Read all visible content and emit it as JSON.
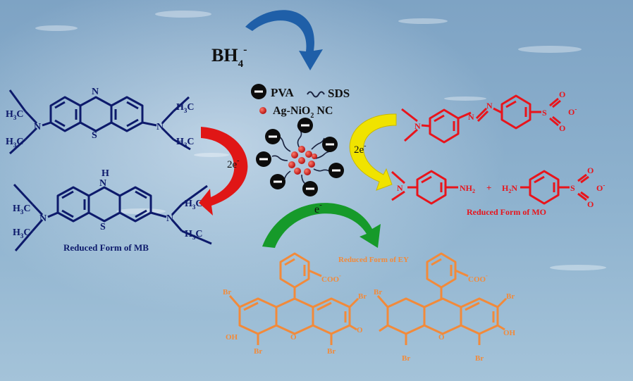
{
  "reagent": {
    "base": "BH",
    "sub": "4",
    "sup": "-"
  },
  "legend": {
    "pva": "PVA",
    "sds": "SDS",
    "catalyst_main": "Ag-NiO",
    "catalyst_sub": "2",
    "catalyst_tail": " NC"
  },
  "arrows": {
    "mb_electrons": "2e",
    "mo_electrons": "2e",
    "ey_electron": "e",
    "electron_sign": "-"
  },
  "mb": {
    "top_ring_n": "N",
    "top_ring_s": "S",
    "reduced_nh": "H",
    "reduced_n": "N",
    "reduced_s": "S",
    "methyl_h": "H",
    "methyl_sub": "3",
    "methyl_c": "C",
    "amine_n": "N",
    "label": "Reduced Form of MB"
  },
  "mo": {
    "amine_n": "N",
    "sulfur": "S",
    "oxygen": "O",
    "oxide_minus": "O",
    "nh2": "NH",
    "nh2_sub": "2",
    "h2n_h": "H",
    "h2n_sub": "2",
    "h2n_n": "N",
    "plus": "+",
    "label": "Reduced Form of MO"
  },
  "ey": {
    "label": "Reduced Form of EY",
    "br": "Br",
    "coo": "COO",
    "oh": "OH",
    "o": "O"
  },
  "colors": {
    "background_top": "#7ea6c6",
    "background_bottom": "#9bbdd6",
    "mb": "#0d1a6b",
    "mo": "#e8141b",
    "ey": "#f28a3a",
    "arrow_blue": "#1f5fa8",
    "arrow_red": "#e01616",
    "arrow_yellow": "#f0e300",
    "arrow_green": "#169a2a",
    "nanoparticle": "#d81818",
    "surfactant": "#1a2340"
  }
}
